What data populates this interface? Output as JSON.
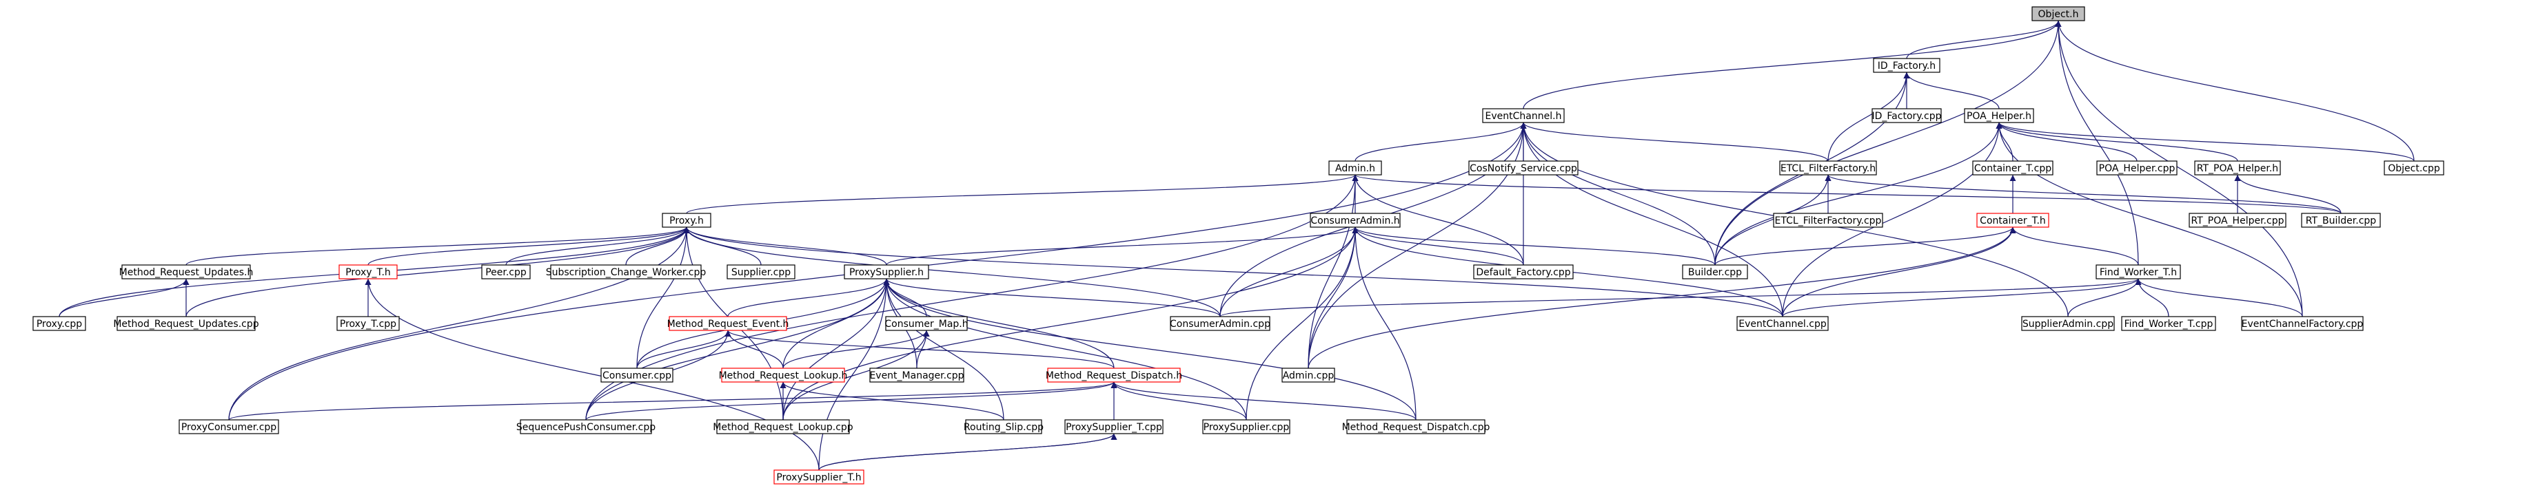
{
  "colors": {
    "edge": "#191970",
    "node_border": "#000000",
    "highlight_border": "#ff0000",
    "root_fill": "#bfbfbf"
  },
  "nodes": [
    {
      "id": "object_h",
      "label": "Object.h",
      "style": "root"
    },
    {
      "id": "id_factory_h",
      "label": "ID_Factory.h"
    },
    {
      "id": "eventchannel_h",
      "label": "EventChannel.h"
    },
    {
      "id": "id_factory_cpp",
      "label": "ID_Factory.cpp"
    },
    {
      "id": "poa_helper_h",
      "label": "POA_Helper.h"
    },
    {
      "id": "admin_h",
      "label": "Admin.h"
    },
    {
      "id": "cosnotify_service_cpp",
      "label": "CosNotify_Service.cpp"
    },
    {
      "id": "etcl_filterfactory_h",
      "label": "ETCL_FilterFactory.h"
    },
    {
      "id": "container_t_cpp",
      "label": "Container_T.cpp"
    },
    {
      "id": "poa_helper_cpp",
      "label": "POA_Helper.cpp"
    },
    {
      "id": "rt_poa_helper_h",
      "label": "RT_POA_Helper.h"
    },
    {
      "id": "object_cpp",
      "label": "Object.cpp"
    },
    {
      "id": "proxy_h",
      "label": "Proxy.h"
    },
    {
      "id": "consumeradmin_h",
      "label": "ConsumerAdmin.h"
    },
    {
      "id": "etcl_filterfactory_cpp",
      "label": "ETCL_FilterFactory.cpp"
    },
    {
      "id": "container_t_h",
      "label": "Container_T.h",
      "style": "red"
    },
    {
      "id": "rt_poa_helper_cpp",
      "label": "RT_POA_Helper.cpp"
    },
    {
      "id": "rt_builder_cpp",
      "label": "RT_Builder.cpp"
    },
    {
      "id": "method_request_updates_h",
      "label": "Method_Request_Updates.h"
    },
    {
      "id": "proxy_t_h",
      "label": "Proxy_T.h",
      "style": "red"
    },
    {
      "id": "peer_cpp",
      "label": "Peer.cpp"
    },
    {
      "id": "subscription_change_worker_cpp",
      "label": "Subscription_Change_Worker.cpp"
    },
    {
      "id": "supplier_cpp",
      "label": "Supplier.cpp"
    },
    {
      "id": "proxysupplier_h",
      "label": "ProxySupplier.h"
    },
    {
      "id": "default_factory_cpp",
      "label": "Default_Factory.cpp"
    },
    {
      "id": "builder_cpp",
      "label": "Builder.cpp"
    },
    {
      "id": "find_worker_t_h",
      "label": "Find_Worker_T.h"
    },
    {
      "id": "proxy_cpp",
      "label": "Proxy.cpp"
    },
    {
      "id": "method_request_updates_cpp",
      "label": "Method_Request_Updates.cpp"
    },
    {
      "id": "proxy_t_cpp",
      "label": "Proxy_T.cpp"
    },
    {
      "id": "method_request_event_h",
      "label": "Method_Request_Event.h",
      "style": "red"
    },
    {
      "id": "consumer_map_h",
      "label": "Consumer_Map.h"
    },
    {
      "id": "consumeradmin_cpp",
      "label": "ConsumerAdmin.cpp"
    },
    {
      "id": "eventchannel_cpp",
      "label": "EventChannel.cpp"
    },
    {
      "id": "supplieradmin_cpp",
      "label": "SupplierAdmin.cpp"
    },
    {
      "id": "find_worker_t_cpp",
      "label": "Find_Worker_T.cpp"
    },
    {
      "id": "eventchannelfactory_cpp",
      "label": "EventChannelFactory.cpp"
    },
    {
      "id": "consumer_cpp",
      "label": "Consumer.cpp"
    },
    {
      "id": "method_request_lookup_h",
      "label": "Method_Request_Lookup.h",
      "style": "red"
    },
    {
      "id": "event_manager_cpp",
      "label": "Event_Manager.cpp"
    },
    {
      "id": "method_request_dispatch_h",
      "label": "Method_Request_Dispatch.h",
      "style": "red"
    },
    {
      "id": "admin_cpp",
      "label": "Admin.cpp"
    },
    {
      "id": "proxyconsumer_cpp",
      "label": "ProxyConsumer.cpp"
    },
    {
      "id": "sequencepushconsumer_cpp",
      "label": "SequencePushConsumer.cpp"
    },
    {
      "id": "method_request_lookup_cpp",
      "label": "Method_Request_Lookup.cpp"
    },
    {
      "id": "routing_slip_cpp",
      "label": "Routing_Slip.cpp"
    },
    {
      "id": "proxysupplier_t_cpp",
      "label": "ProxySupplier_T.cpp"
    },
    {
      "id": "proxysupplier_cpp",
      "label": "ProxySupplier.cpp"
    },
    {
      "id": "method_request_dispatch_cpp",
      "label": "Method_Request_Dispatch.cpp"
    },
    {
      "id": "proxysupplier_t_h",
      "label": "ProxySupplier_T.h",
      "style": "red"
    }
  ],
  "edges": [
    {
      "from": "id_factory_h",
      "to": "object_h"
    },
    {
      "from": "eventchannel_h",
      "to": "object_h"
    },
    {
      "from": "builder_cpp",
      "to": "object_h"
    },
    {
      "from": "object_cpp",
      "to": "object_h"
    },
    {
      "from": "find_worker_t_h",
      "to": "object_h"
    },
    {
      "from": "eventchannelfactory_cpp",
      "to": "object_h"
    },
    {
      "from": "id_factory_cpp",
      "to": "id_factory_h"
    },
    {
      "from": "poa_helper_h",
      "to": "id_factory_h"
    },
    {
      "from": "etcl_filterfactory_h",
      "to": "id_factory_h"
    },
    {
      "from": "builder_cpp",
      "to": "id_factory_h"
    },
    {
      "from": "admin_h",
      "to": "eventchannel_h"
    },
    {
      "from": "cosnotify_service_cpp",
      "to": "eventchannel_h"
    },
    {
      "from": "etcl_filterfactory_h",
      "to": "eventchannel_h"
    },
    {
      "from": "consumeradmin_cpp",
      "to": "eventchannel_h"
    },
    {
      "from": "default_factory_cpp",
      "to": "eventchannel_h"
    },
    {
      "from": "builder_cpp",
      "to": "eventchannel_h"
    },
    {
      "from": "eventchannel_cpp",
      "to": "eventchannel_h"
    },
    {
      "from": "admin_cpp",
      "to": "eventchannel_h"
    },
    {
      "from": "proxyconsumer_cpp",
      "to": "eventchannel_h"
    },
    {
      "from": "supplieradmin_cpp",
      "to": "eventchannel_h"
    },
    {
      "from": "container_t_cpp",
      "to": "poa_helper_h"
    },
    {
      "from": "poa_helper_cpp",
      "to": "poa_helper_h"
    },
    {
      "from": "rt_poa_helper_h",
      "to": "poa_helper_h"
    },
    {
      "from": "object_cpp",
      "to": "poa_helper_h"
    },
    {
      "from": "builder_cpp",
      "to": "poa_helper_h"
    },
    {
      "from": "eventchannel_cpp",
      "to": "poa_helper_h"
    },
    {
      "from": "eventchannelfactory_cpp",
      "to": "poa_helper_h"
    },
    {
      "from": "proxy_h",
      "to": "admin_h"
    },
    {
      "from": "consumeradmin_h",
      "to": "admin_h"
    },
    {
      "from": "default_factory_cpp",
      "to": "admin_h"
    },
    {
      "from": "admin_cpp",
      "to": "admin_h"
    },
    {
      "from": "rt_builder_cpp",
      "to": "admin_h"
    },
    {
      "from": "sequencepushconsumer_cpp",
      "to": "admin_h"
    },
    {
      "from": "etcl_filterfactory_cpp",
      "to": "etcl_filterfactory_h"
    },
    {
      "from": "builder_cpp",
      "to": "etcl_filterfactory_h"
    },
    {
      "from": "rt_builder_cpp",
      "to": "etcl_filterfactory_h"
    },
    {
      "from": "container_t_h",
      "to": "container_t_cpp"
    },
    {
      "from": "rt_poa_helper_cpp",
      "to": "rt_poa_helper_h"
    },
    {
      "from": "rt_builder_cpp",
      "to": "rt_poa_helper_h"
    },
    {
      "from": "method_request_updates_h",
      "to": "proxy_h"
    },
    {
      "from": "proxy_t_h",
      "to": "proxy_h"
    },
    {
      "from": "peer_cpp",
      "to": "proxy_h"
    },
    {
      "from": "subscription_change_worker_cpp",
      "to": "proxy_h"
    },
    {
      "from": "supplier_cpp",
      "to": "proxy_h"
    },
    {
      "from": "proxysupplier_h",
      "to": "proxy_h"
    },
    {
      "from": "proxy_cpp",
      "to": "proxy_h"
    },
    {
      "from": "method_request_updates_cpp",
      "to": "proxy_h"
    },
    {
      "from": "proxyconsumer_cpp",
      "to": "proxy_h"
    },
    {
      "from": "consumeradmin_cpp",
      "to": "proxy_h"
    },
    {
      "from": "eventchannel_cpp",
      "to": "proxy_h"
    },
    {
      "from": "method_request_lookup_cpp",
      "to": "proxy_h"
    },
    {
      "from": "consumer_cpp",
      "to": "proxy_h"
    },
    {
      "from": "proxysupplier_h",
      "to": "consumeradmin_h"
    },
    {
      "from": "default_factory_cpp",
      "to": "consumeradmin_h"
    },
    {
      "from": "builder_cpp",
      "to": "consumeradmin_h"
    },
    {
      "from": "consumeradmin_cpp",
      "to": "consumeradmin_h"
    },
    {
      "from": "eventchannel_cpp",
      "to": "consumeradmin_h"
    },
    {
      "from": "admin_cpp",
      "to": "consumeradmin_h"
    },
    {
      "from": "method_request_dispatch_cpp",
      "to": "consumeradmin_h"
    },
    {
      "from": "proxysupplier_cpp",
      "to": "consumeradmin_h"
    },
    {
      "from": "method_request_lookup_cpp",
      "to": "consumeradmin_h"
    },
    {
      "from": "builder_cpp",
      "to": "container_t_h"
    },
    {
      "from": "find_worker_t_h",
      "to": "container_t_h"
    },
    {
      "from": "eventchannel_cpp",
      "to": "container_t_h"
    },
    {
      "from": "admin_cpp",
      "to": "container_t_h"
    },
    {
      "from": "proxy_cpp",
      "to": "method_request_updates_h"
    },
    {
      "from": "method_request_updates_cpp",
      "to": "method_request_updates_h"
    },
    {
      "from": "proxy_t_cpp",
      "to": "proxy_t_h"
    },
    {
      "from": "proxysupplier_t_h",
      "to": "proxy_t_h"
    },
    {
      "from": "method_request_event_h",
      "to": "proxysupplier_h"
    },
    {
      "from": "consumer_map_h",
      "to": "proxysupplier_h"
    },
    {
      "from": "consumeradmin_cpp",
      "to": "proxysupplier_h"
    },
    {
      "from": "consumer_cpp",
      "to": "proxysupplier_h"
    },
    {
      "from": "method_request_lookup_h",
      "to": "proxysupplier_h"
    },
    {
      "from": "event_manager_cpp",
      "to": "proxysupplier_h"
    },
    {
      "from": "method_request_dispatch_h",
      "to": "proxysupplier_h"
    },
    {
      "from": "routing_slip_cpp",
      "to": "proxysupplier_h"
    },
    {
      "from": "proxysupplier_cpp",
      "to": "proxysupplier_h"
    },
    {
      "from": "proxysupplier_t_h",
      "to": "proxysupplier_h"
    },
    {
      "from": "sequencepushconsumer_cpp",
      "to": "proxysupplier_h"
    },
    {
      "from": "method_request_dispatch_cpp",
      "to": "proxysupplier_h"
    },
    {
      "from": "method_request_lookup_cpp",
      "to": "proxysupplier_h"
    },
    {
      "from": "consumeradmin_cpp",
      "to": "find_worker_t_h"
    },
    {
      "from": "eventchannel_cpp",
      "to": "find_worker_t_h"
    },
    {
      "from": "supplieradmin_cpp",
      "to": "find_worker_t_h"
    },
    {
      "from": "find_worker_t_cpp",
      "to": "find_worker_t_h"
    },
    {
      "from": "eventchannelfactory_cpp",
      "to": "find_worker_t_h"
    },
    {
      "from": "method_request_lookup_h",
      "to": "method_request_event_h"
    },
    {
      "from": "method_request_dispatch_h",
      "to": "method_request_event_h"
    },
    {
      "from": "consumer_cpp",
      "to": "method_request_event_h"
    },
    {
      "from": "sequencepushconsumer_cpp",
      "to": "method_request_event_h"
    },
    {
      "from": "method_request_lookup_h",
      "to": "consumer_map_h"
    },
    {
      "from": "event_manager_cpp",
      "to": "consumer_map_h"
    },
    {
      "from": "method_request_lookup_cpp",
      "to": "consumer_map_h"
    },
    {
      "from": "method_request_lookup_cpp",
      "to": "method_request_lookup_h"
    },
    {
      "from": "routing_slip_cpp",
      "to": "method_request_lookup_h"
    },
    {
      "from": "proxyconsumer_cpp",
      "to": "method_request_dispatch_h"
    },
    {
      "from": "sequencepushconsumer_cpp",
      "to": "method_request_dispatch_h"
    },
    {
      "from": "proxysupplier_t_cpp",
      "to": "method_request_dispatch_h"
    },
    {
      "from": "proxysupplier_cpp",
      "to": "method_request_dispatch_h"
    },
    {
      "from": "method_request_dispatch_cpp",
      "to": "method_request_dispatch_h"
    },
    {
      "from": "proxysupplier_t_h",
      "to": "proxysupplier_t_cpp"
    },
    {
      "from": "proxysupplier_t_h",
      "to": "proxysupplier_t_cpp"
    }
  ]
}
